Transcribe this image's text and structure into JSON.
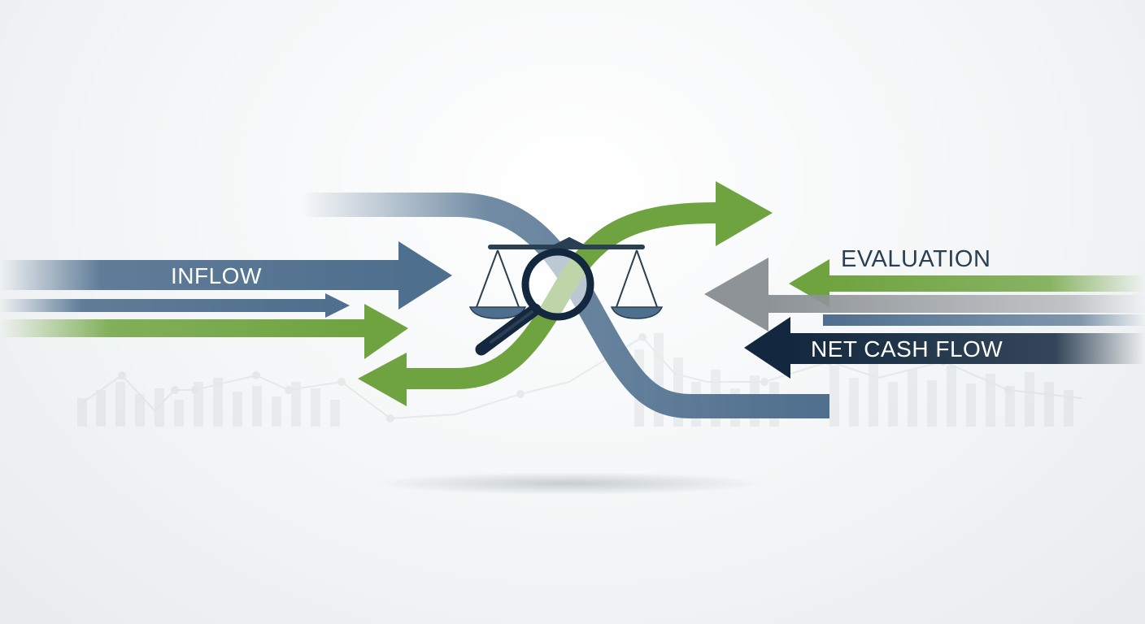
{
  "labels": {
    "inflow": "INFLOW",
    "evaluation": "EVALUATION",
    "net_cash_flow": "NET CASH FLOW"
  },
  "icons": [
    "balance-scale-icon",
    "magnifying-glass-icon"
  ],
  "colors": {
    "blue": "#4f6f8e",
    "green": "#6ea33f",
    "navy": "#13283e",
    "gray": "#8e9397",
    "background": "#f4f6f7"
  }
}
